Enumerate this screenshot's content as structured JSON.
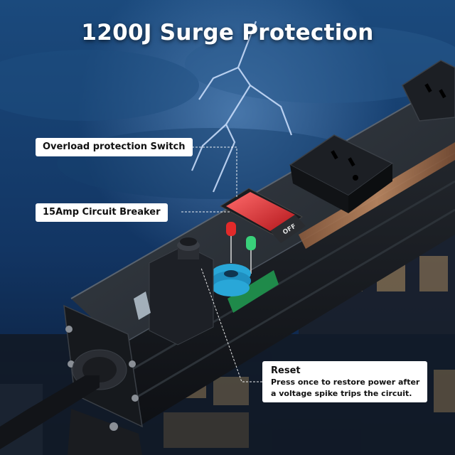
{
  "title": "1200J Surge Protection",
  "callouts": {
    "overload": "Overload protection Switch",
    "breaker": "15Amp Circuit Breaker",
    "reset_title": "Reset",
    "reset_line1": "Press once to restore power after",
    "reset_line2": "a voltage spike trips the circuit."
  },
  "switch_label": "OFF",
  "colors": {
    "sky": "#123a66",
    "housing": "#1b1f26",
    "switch": "#d0262b",
    "coil": "#29a7d8"
  }
}
